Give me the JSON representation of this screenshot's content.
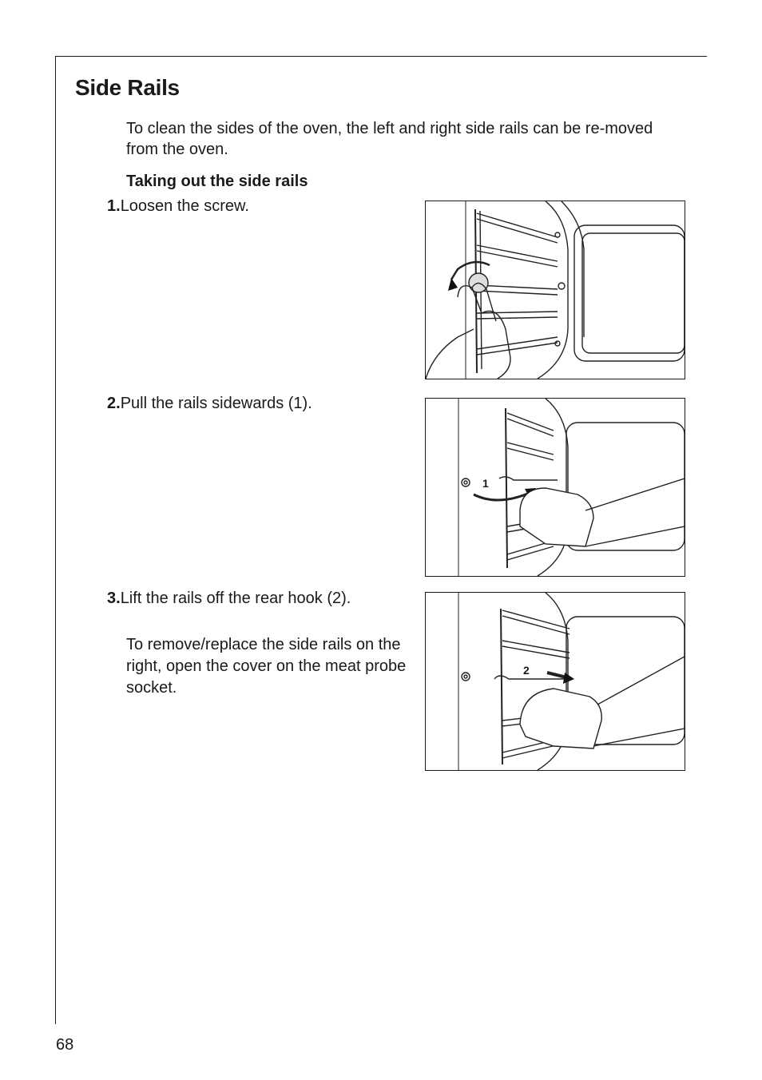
{
  "page": {
    "title": "Side Rails",
    "intro": "To clean the sides of the oven, the left and right side rails can be re-moved from the oven.",
    "subheading": "Taking out the side rails",
    "steps": [
      {
        "number": "1.",
        "text": "Loosen the screw."
      },
      {
        "number": "2.",
        "text": "Pull the rails sidewards (1)."
      },
      {
        "number": "3.",
        "text": "Lift the rails off the rear hook (2)."
      }
    ],
    "note": "To remove/replace the side rails on the right, open the cover on the meat probe socket.",
    "page_number": "68"
  },
  "figures": {
    "fig2_label": "1",
    "fig3_label": "2"
  }
}
